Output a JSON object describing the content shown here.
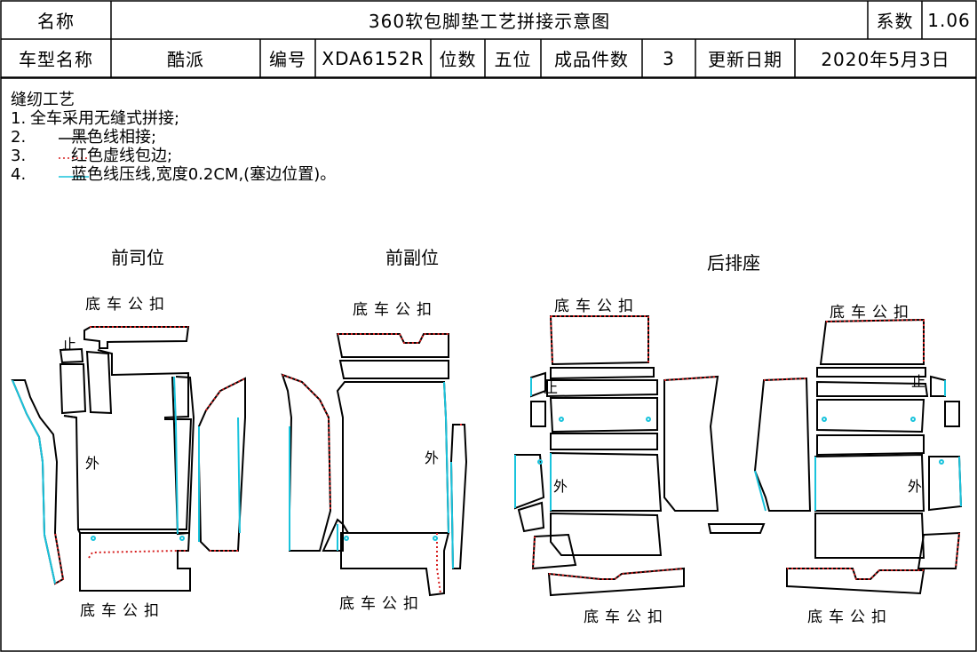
{
  "header": {
    "name_label": "名称",
    "title": "360软包脚垫工艺拼接示意图",
    "coef_label": "系数",
    "coef_value": "1.06",
    "model_label": "车型名称",
    "model_value": "酷派",
    "code_label": "编号",
    "code_value": "XDA6152R",
    "seats_label": "位数",
    "seats_value": "五位",
    "count_label": "成品件数",
    "count_value": "3",
    "date_label": "更新日期",
    "date_value": "2020年5月3日"
  },
  "notes": {
    "title": "缝纫工艺",
    "items": [
      {
        "num": "1.",
        "text": "全车采用无缝式拼接;"
      },
      {
        "num": "2.",
        "text": "黑色线相接;",
        "line_color": "#000000",
        "line_style": "solid"
      },
      {
        "num": "3.",
        "text": "红色虚线包边;",
        "line_color": "#d62020",
        "line_style": "dotted"
      },
      {
        "num": "4.",
        "text": "蓝色线压线,宽度0.2CM,(塞边位置)。",
        "line_color": "#19c3dc",
        "line_style": "solid"
      }
    ]
  },
  "sections": {
    "driver": {
      "title": "前司位",
      "clip_top": "底车公扣",
      "clip_bottom": "底车公扣",
      "stop": "止",
      "outer": "外"
    },
    "passenger": {
      "title": "前副位",
      "clip_top": "底车公扣",
      "clip_bottom": "底车公扣",
      "outer": "外"
    },
    "rear": {
      "title": "后排座",
      "clip_top_left": "底车公扣",
      "clip_top_right": "底车公扣",
      "clip_bottom_left": "底车公扣",
      "clip_bottom_right": "底车公扣",
      "stop_left": "止",
      "stop_right": "止",
      "outer_left": "外",
      "outer_right": "外"
    }
  },
  "colors": {
    "outline": "#000000",
    "hem": "#d62020",
    "press": "#19c3dc"
  }
}
